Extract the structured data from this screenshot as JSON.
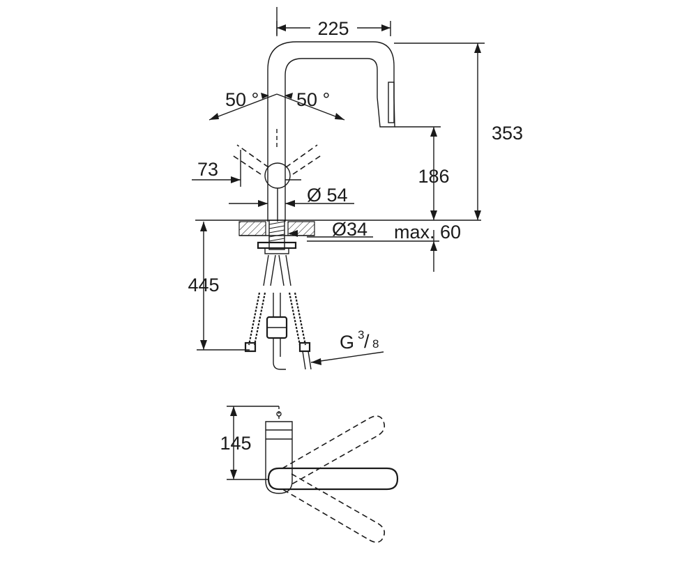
{
  "dimensions": {
    "spout_reach": "225",
    "total_height": "353",
    "spout_height": "186",
    "swivel_left": "50 °",
    "swivel_right": "50 °",
    "lever_offset": "73",
    "body_diameter": "Ø 54",
    "hole_diameter": "Ø34",
    "max_deck_thickness": "max. 60",
    "hose_length": "445",
    "connection_thread": "G",
    "connection_thread_num": "3",
    "connection_thread_den": "8",
    "top_view_depth": "145"
  },
  "colors": {
    "line": "#1a1a1a",
    "background": "#ffffff"
  }
}
